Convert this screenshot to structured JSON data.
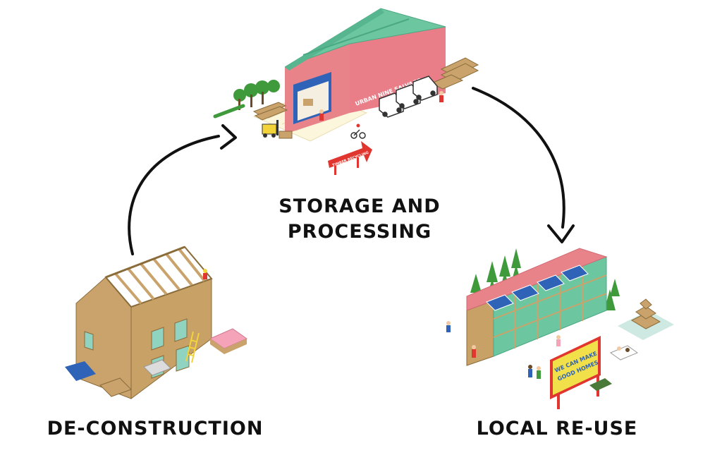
{
  "stages": {
    "storage": {
      "label_line1": "STORAGE AND",
      "label_line2": "PROCESSING"
    },
    "deconstruction": {
      "label": "DE-CONSTRUCTION"
    },
    "reuse": {
      "label": "LOCAL RE-USE"
    }
  },
  "warehouse": {
    "sign": "URBAN NINE SALVAGE"
  },
  "timber_sign": {
    "text": "TIMBER RECYCLING"
  },
  "billboard": {
    "line1": "WE CAN MAKE",
    "line2": "GOOD HOMES"
  },
  "colors": {
    "roof_green": "#6cc7a1",
    "wall_pink": "#e9838a",
    "timber": "#c9a36b",
    "solar_blue": "#2e63b8",
    "billboard_yellow": "#f2e04a",
    "accent_red": "#e0362f",
    "tree_green": "#3f9a3c",
    "ink": "#111111"
  }
}
